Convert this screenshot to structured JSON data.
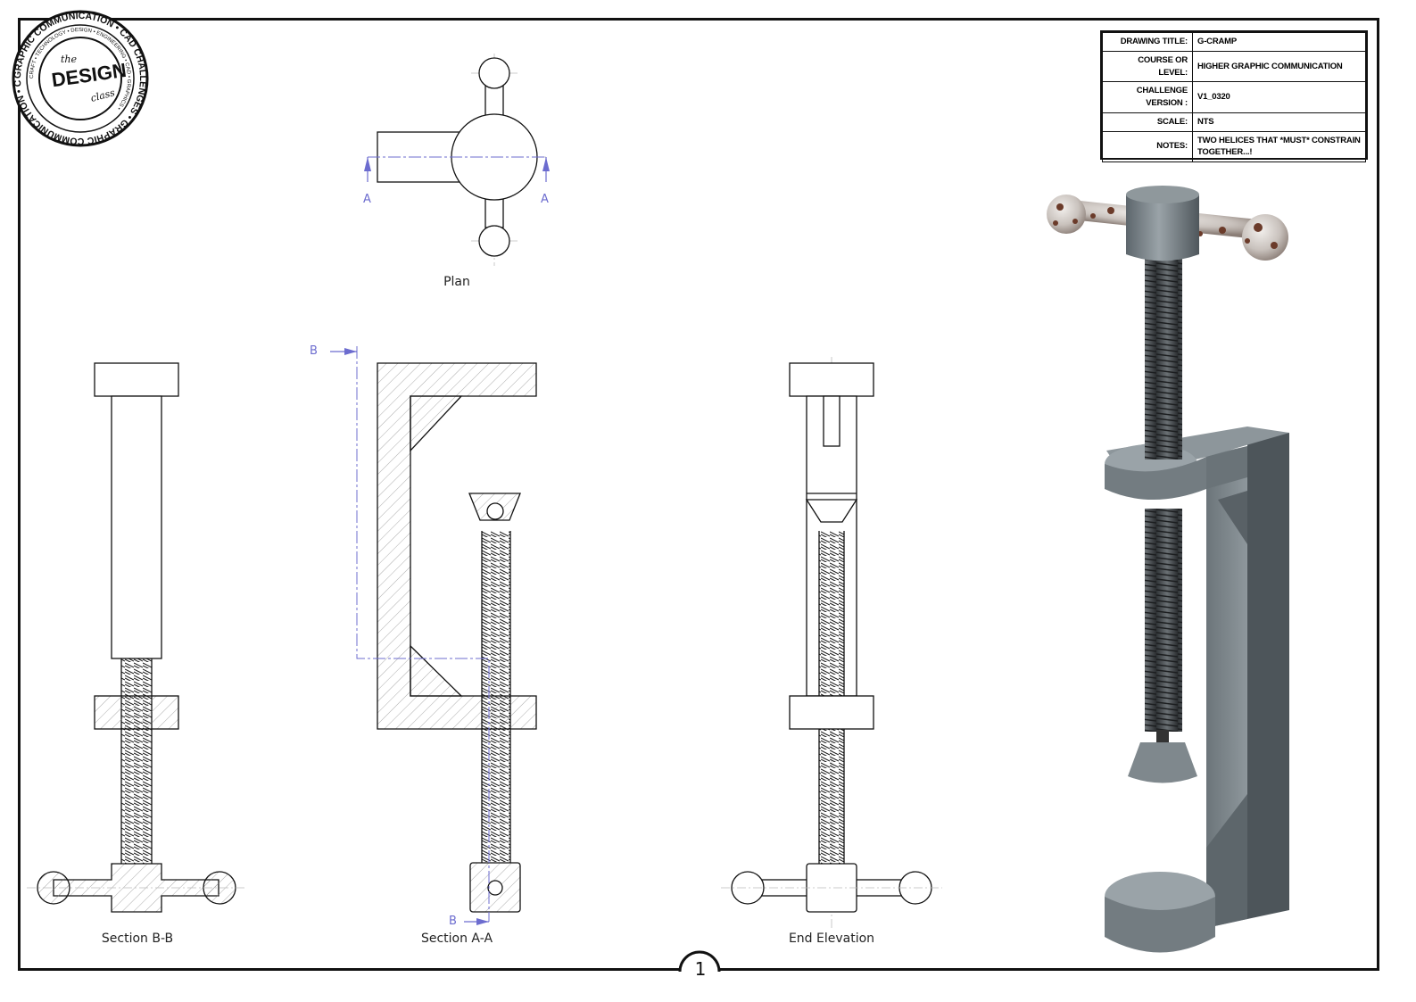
{
  "title_block": {
    "rows": [
      {
        "key": "DRAWING TITLE:",
        "value": "G-CRAMP"
      },
      {
        "key": "COURSE OR LEVEL:",
        "value": "HIGHER GRAPHIC COMMUNICATION"
      },
      {
        "key": "CHALLENGE VERSION :",
        "value": "V1_0320"
      },
      {
        "key": "SCALE:",
        "value": "NTS"
      },
      {
        "key": "NOTES:",
        "value": "TWO HELICES THAT *MUST* CONSTRAIN TOGETHER...!"
      }
    ]
  },
  "logo": {
    "ring_text": "GRAPHIC COMMUNICATION • CAD CHALLENGES • GRAPHIC COMMUNICATION • CAD CHALLENGES •",
    "inner_text": "CRAFT • TECHNOLOGY • DESIGN • ENGINEERING • CAD • GRAPHICS •",
    "the": "the",
    "design": "DESIGN",
    "class": "class"
  },
  "views": {
    "plan": "Plan",
    "section_bb": "Section B-B",
    "section_aa": "Section A-A",
    "end_elevation": "End Elevation"
  },
  "cut_labels": {
    "a": "A",
    "b": "B"
  },
  "page_number": "1",
  "colors": {
    "section_line": "#6c6ccf",
    "ink": "#111111",
    "metal": "#7f8a92"
  }
}
